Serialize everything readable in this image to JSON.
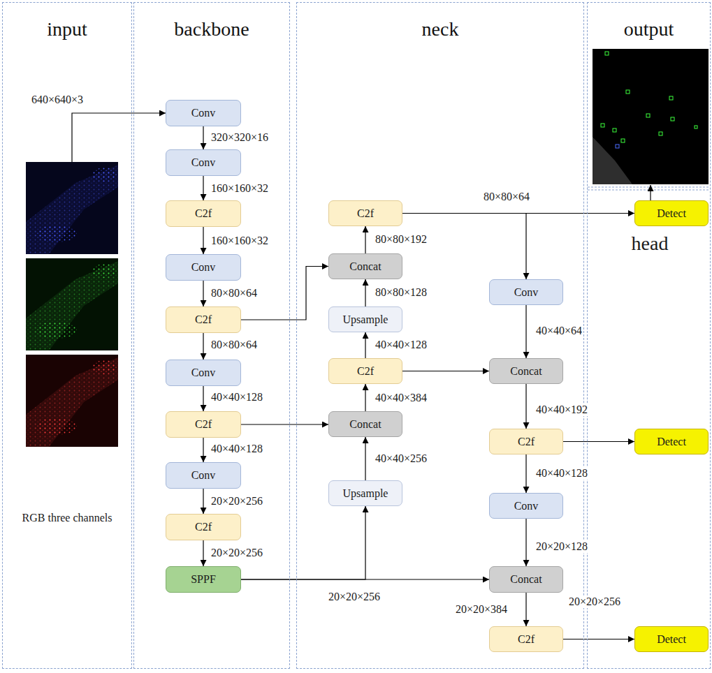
{
  "diagram": {
    "nodes": [
      {
        "text": [
          "input"
        ]
      },
      {
        "text": [
          "backbone"
        ]
      },
      {
        "text": [
          "Conv"
        ],
        "in": 1
      },
      {
        "text": [
          "Conv"
        ],
        "in": 1
      },
      {
        "text": [
          "C2f"
        ],
        "in": 1
      },
      {
        "text": [
          "Conv"
        ],
        "in": 1
      },
      {
        "text": [
          "C2f"
        ],
        "in": 1
      },
      {
        "text": [
          "Conv"
        ],
        "in": 1
      },
      {
        "text": [
          "C2f"
        ],
        "in": 1
      },
      {
        "text": [
          "Conv"
        ],
        "in": 1
      },
      {
        "text": [
          "C2f"
        ],
        "in": 1
      },
      {
        "text": [
          "SPPF"
        ],
        "in": 1
      },
      {
        "text": [
          "neck"
        ]
      },
      {
        "text": [
          "C2f"
        ],
        "in": 12
      },
      {
        "text": [
          "Concat"
        ],
        "in": 12
      },
      {
        "text": [
          "Upsample"
        ],
        "in": 12
      },
      {
        "text": [
          "C2f"
        ],
        "in": 12
      },
      {
        "text": [
          "Concat"
        ],
        "in": 12
      },
      {
        "text": [
          "Upsample"
        ],
        "in": 12
      },
      {
        "text": [
          "Conv"
        ],
        "in": 12
      },
      {
        "text": [
          "Concat"
        ],
        "in": 12
      },
      {
        "text": [
          "C2f"
        ],
        "in": 12
      },
      {
        "text": [
          "Conv"
        ],
        "in": 12
      },
      {
        "text": [
          "Concat"
        ],
        "in": 12
      },
      {
        "text": [
          "C2f"
        ],
        "in": 12
      },
      {
        "text": [
          "output"
        ]
      },
      {
        "text": [
          "Detect"
        ],
        "in": 25
      },
      {
        "text": [
          "Detect"
        ],
        "in": 25
      },
      {
        "text": [
          "Detect"
        ],
        "in": 25
      }
    ],
    "edges": [
      {
        "from": 2,
        "to": 3,
        "arrow": "to",
        "label": "320×320×16"
      },
      {
        "from": 3,
        "to": 4,
        "arrow": "to",
        "label": "160×160×32"
      },
      {
        "from": 4,
        "to": 5,
        "arrow": "to",
        "label": "160×160×32"
      },
      {
        "from": 5,
        "to": 6,
        "arrow": "to",
        "label": "80×80×64"
      },
      {
        "from": 6,
        "to": 7,
        "arrow": "to",
        "label": "80×80×64"
      },
      {
        "from": 7,
        "to": 8,
        "arrow": "to",
        "label": "40×40×128"
      },
      {
        "from": 8,
        "to": 9,
        "arrow": "to",
        "label": "40×40×128"
      },
      {
        "from": 9,
        "to": 10,
        "arrow": "to",
        "label": "20×20×256"
      },
      {
        "from": 10,
        "to": 11,
        "arrow": "to",
        "label": "20×20×256"
      },
      {
        "from": 6,
        "to": 14,
        "arrow": "to"
      },
      {
        "from": 8,
        "to": 17,
        "arrow": "to"
      },
      {
        "from": 11,
        "to": 18,
        "arrow": "to"
      },
      {
        "from": 11,
        "to": 23,
        "arrow": "to",
        "label": "20×20×256"
      },
      {
        "from": 18,
        "to": 17,
        "arrow": "to",
        "label": "40×40×256"
      },
      {
        "from": 17,
        "to": 16,
        "arrow": "to",
        "label": "40×40×384"
      },
      {
        "from": 16,
        "to": 15,
        "arrow": "to",
        "label": "40×40×128"
      },
      {
        "from": 15,
        "to": 14,
        "arrow": "to",
        "label": "80×80×128"
      },
      {
        "from": 14,
        "to": 13,
        "arrow": "to",
        "label": "80×80×192"
      },
      {
        "from": 13,
        "to": 26,
        "arrow": "to",
        "label": "80×80×64"
      },
      {
        "from": 13,
        "to": 19,
        "arrow": "to"
      },
      {
        "from": 19,
        "to": 20,
        "arrow": "to",
        "label": "40×40×64"
      },
      {
        "from": 16,
        "to": 20,
        "arrow": "to"
      },
      {
        "from": 20,
        "to": 21,
        "arrow": "to",
        "label": "40×40×192"
      },
      {
        "from": 21,
        "to": 27,
        "arrow": "to"
      },
      {
        "from": 21,
        "to": 22,
        "arrow": "to",
        "label": "40×40×128"
      },
      {
        "from": 22,
        "to": 23,
        "arrow": "to",
        "label": "20×20×128"
      },
      {
        "from": 23,
        "to": 24,
        "arrow": "to",
        "label": "20×20×384"
      },
      {
        "from": 24,
        "to": 28,
        "arrow": "to",
        "label": "20×20×256"
      }
    ],
    "labels": [
      "640×640×3",
      "RGB three channels",
      "head"
    ]
  }
}
